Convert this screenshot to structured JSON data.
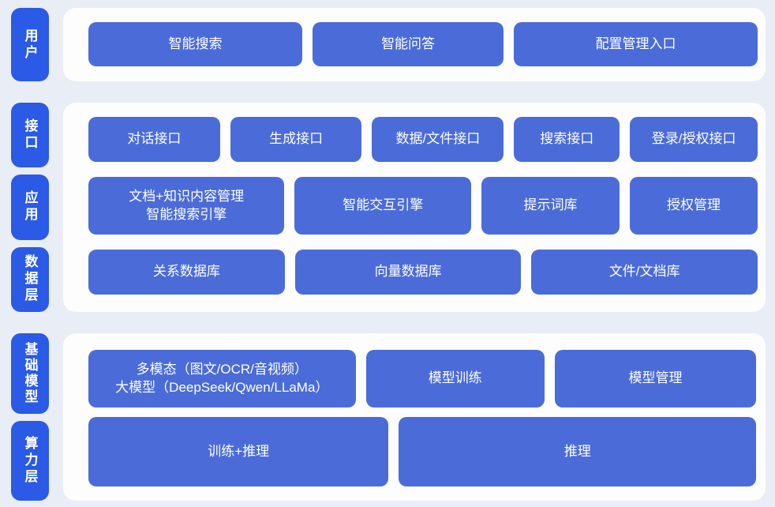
{
  "colors": {
    "background": "#e9edf5",
    "card": "#fdfdfe",
    "pill": "#2a5ae6",
    "block": "#4b6cd8",
    "text": "#ffffff"
  },
  "sections": {
    "user": {
      "label": "用户",
      "buttons": [
        "智能搜索",
        "智能问答",
        "配置管理入口"
      ]
    },
    "middle": {
      "labels": [
        "接口",
        "应用",
        "数据层"
      ],
      "interface_row": [
        "对话接口",
        "生成接口",
        "数据/文件接口",
        "搜索接口",
        "登录/授权接口"
      ],
      "application_row": {
        "doc_block_line1": "文档+知识内容管理",
        "doc_block_line2": "智能搜索引擎",
        "others": [
          "智能交互引擎",
          "提示词库",
          "授权管理"
        ]
      },
      "data_row": [
        "关系数据库",
        "向量数据库",
        "文件/文档库"
      ]
    },
    "bottom": {
      "labels": [
        "基础模型",
        "算力层"
      ],
      "model_row": {
        "multimodal_line1": "多模态（图文/OCR/音视频）",
        "multimodal_line2": "大模型（DeepSeek/Qwen/LLaMa）",
        "others": [
          "模型训练",
          "模型管理"
        ]
      },
      "compute_row": [
        "训练+推理",
        "推理"
      ]
    }
  }
}
